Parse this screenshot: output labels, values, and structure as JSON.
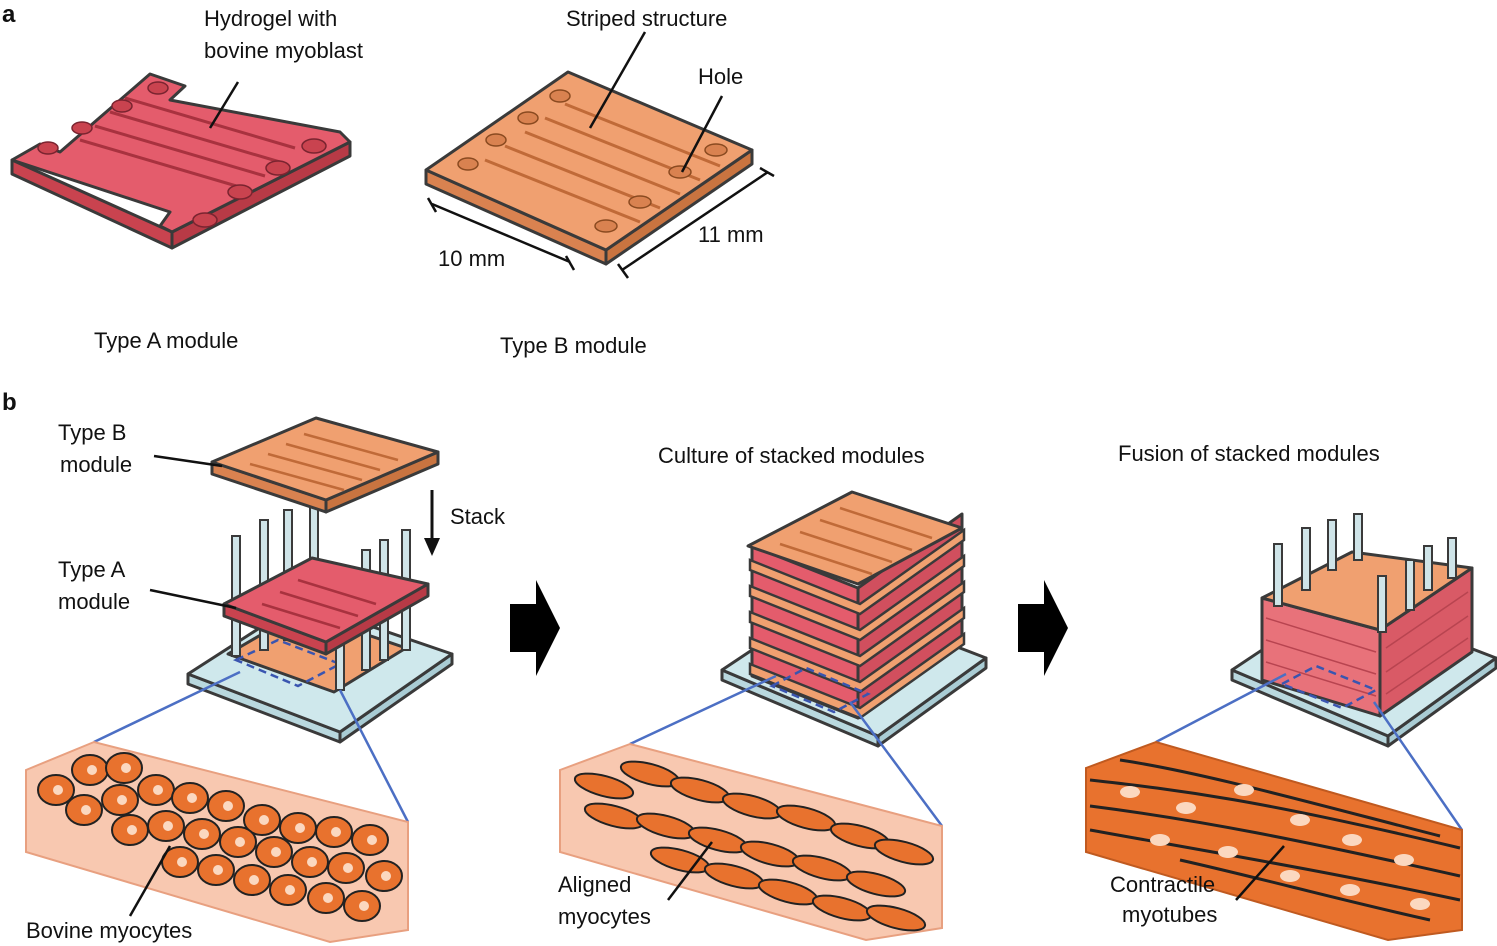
{
  "panels": {
    "a": {
      "letter": "a"
    },
    "b": {
      "letter": "b"
    }
  },
  "panel_a": {
    "hydrogel_line1": "Hydrogel with",
    "hydrogel_line2": "bovine myoblast",
    "striped": "Striped structure",
    "hole": "Hole",
    "dim_width": "10 mm",
    "dim_depth": "11 mm",
    "type_a_caption": "Type A module",
    "type_b_caption": "Type B module"
  },
  "panel_b": {
    "type_b_line1": "Type B",
    "type_b_line2": "module",
    "type_a_line1": "Type A",
    "type_a_line2": "module",
    "stack": "Stack",
    "culture_title": "Culture of stacked modules",
    "fusion_title": "Fusion of stacked modules",
    "bovine": "Bovine myocytes",
    "aligned_line1": "Aligned",
    "aligned_line2": "myocytes",
    "contractile_line1": "Contractile",
    "contractile_line2": "myotubes"
  },
  "colors": {
    "type_a_pink": "#e45c6c",
    "type_b_orange": "#f0a070",
    "glass": "#cfe8ec",
    "cell_orange": "#e8722e",
    "zoom_blue": "#4c6fc4"
  }
}
